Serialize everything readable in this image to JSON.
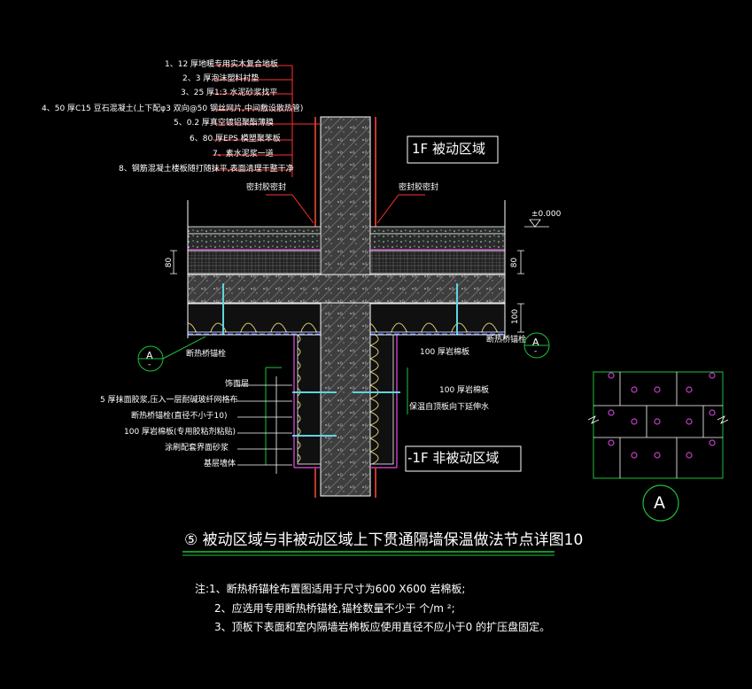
{
  "leader_labels": [
    "1、12 厚地暖专用实木复合地板",
    "2、3 厚泡沫塑料衬垫",
    "3、25 厚1:3 水泥砂浆找平",
    "4、50 厚C15 豆石混凝土(上下配φ3 双向@50  钢丝网片,中间敷设散热管)",
    "5、0.2 厚真空镀铝聚酯薄膜",
    "6、80 厚EPS 模塑聚苯板",
    "7、素水泥浆一道",
    "8、钢筋混凝土楼板随打随抹平,表面清理干整干净"
  ],
  "zone_labels": {
    "passive": "1F   被动区域",
    "non_passive": "-1F   非被动区域"
  },
  "callouts": {
    "sealant_left": "密封胶密封",
    "sealant_right": "密封胶密封",
    "elevation": "±0.000",
    "dim_80": "80",
    "dim_100_right": "100",
    "anchor_left": "断热桥锚栓",
    "anchor_right": "断热桥锚栓",
    "rockwool_100": "100  厚岩棉板",
    "rockwool_100b": "100  厚岩棉板",
    "rockwool_note": "保温自顶板向下延伸水"
  },
  "wall_labels": [
    "饰面层",
    "5 厚抹面胶浆,压入一层耐碱玻纤网格布",
    "断热桥锚栓(直径不小于10)",
    "100  厚岩棉板(专用胶粘剂粘贴)",
    "涂刷配套界面砂浆",
    "基层墙体"
  ],
  "section_markers": {
    "left": {
      "letter": "A",
      "sub": "-"
    },
    "right": {
      "letter": "A",
      "sub": "-"
    },
    "detail": "A"
  },
  "title": "⑤ 被动区域与非被动区域上下贯通隔墙保温做法节点详图10",
  "notes": [
    "注:1、断热桥锚栓布置图适用于尺寸为600   X600  岩棉板;",
    "2、应选用专用断热桥锚栓,锚栓数量不少于 个/m ²;",
    "3、顶板下表面和室内隔墙岩棉板应使用直径不应小于0  的扩压盘固定。"
  ],
  "colors": {
    "background": "#000000",
    "line": "#ffffff",
    "hatch_yellow": "#d8c873",
    "leader_red": "#ff3030",
    "wall_red": "#c0392b",
    "green": "#1fbf3a",
    "cyan": "#5fd5e0",
    "blue": "#3a5fff",
    "magenta": "#c040c0",
    "grey_concrete": "#5a5a5a"
  }
}
